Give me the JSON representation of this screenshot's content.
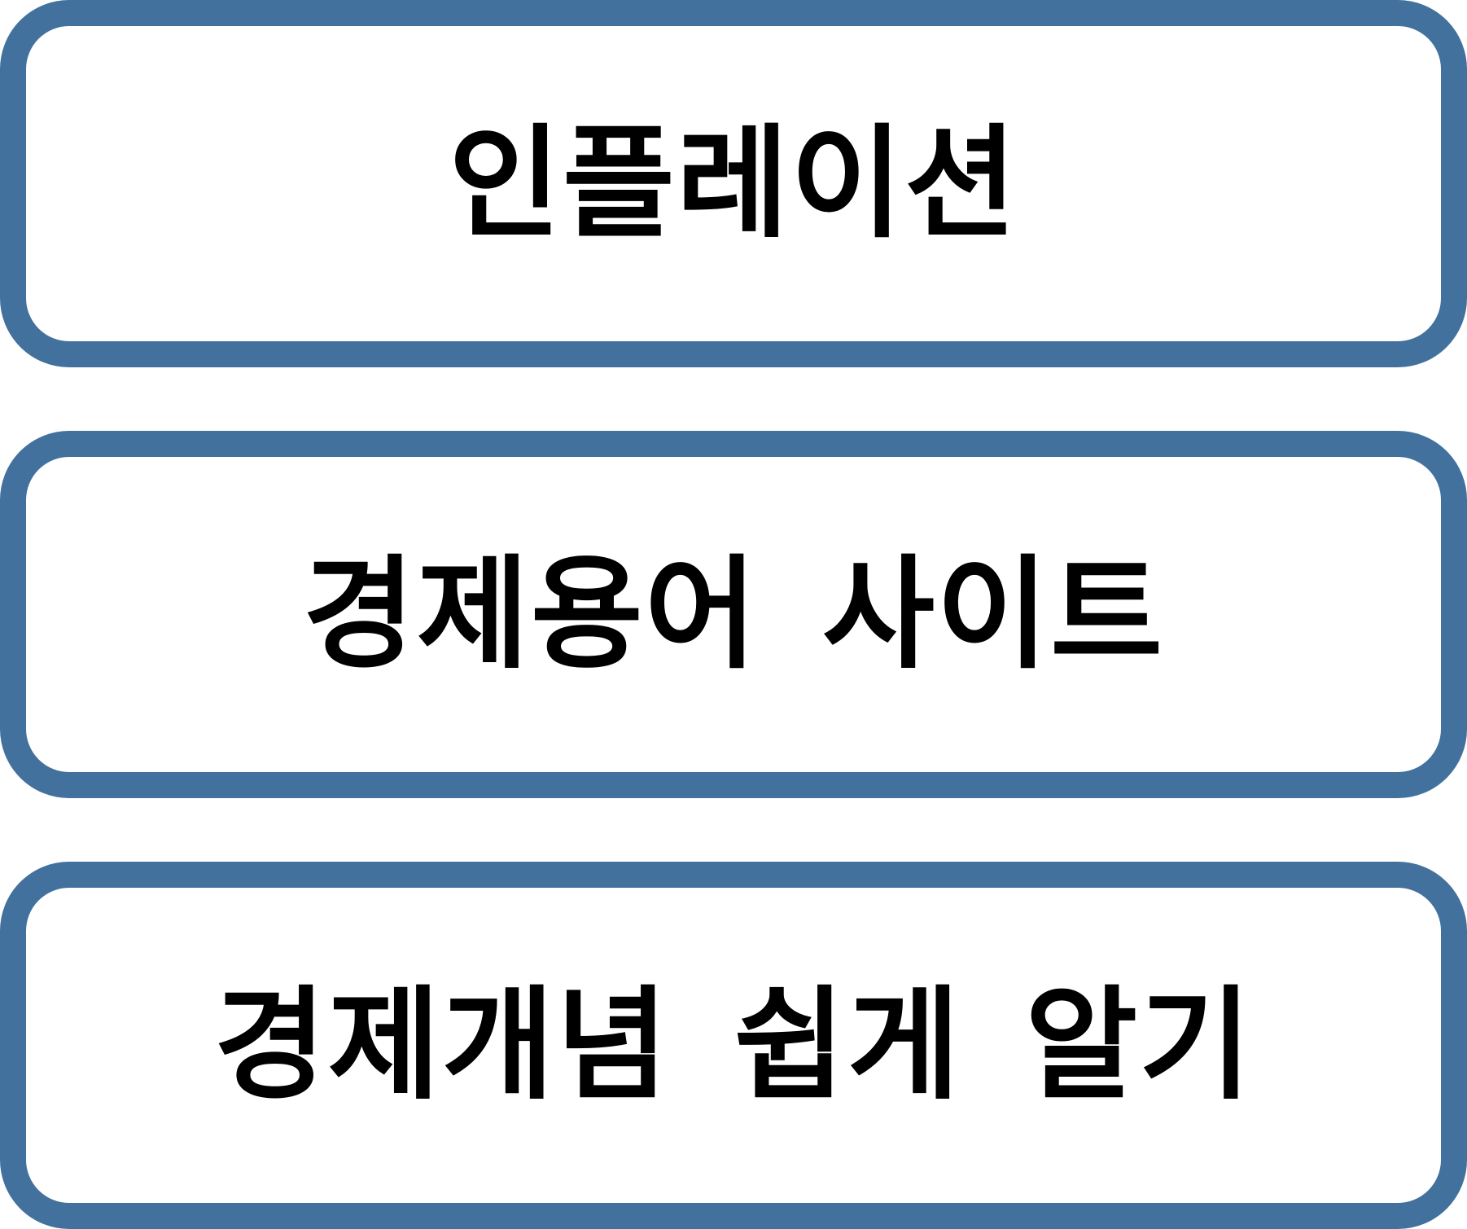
{
  "colors": {
    "box_border": "#41719c",
    "box_fill": "#ffffff",
    "text": "#000000"
  },
  "boxes": [
    {
      "label": "인플레이션"
    },
    {
      "label": "경제용어 사이트"
    },
    {
      "label": "경제개념 쉽게 알기"
    }
  ]
}
